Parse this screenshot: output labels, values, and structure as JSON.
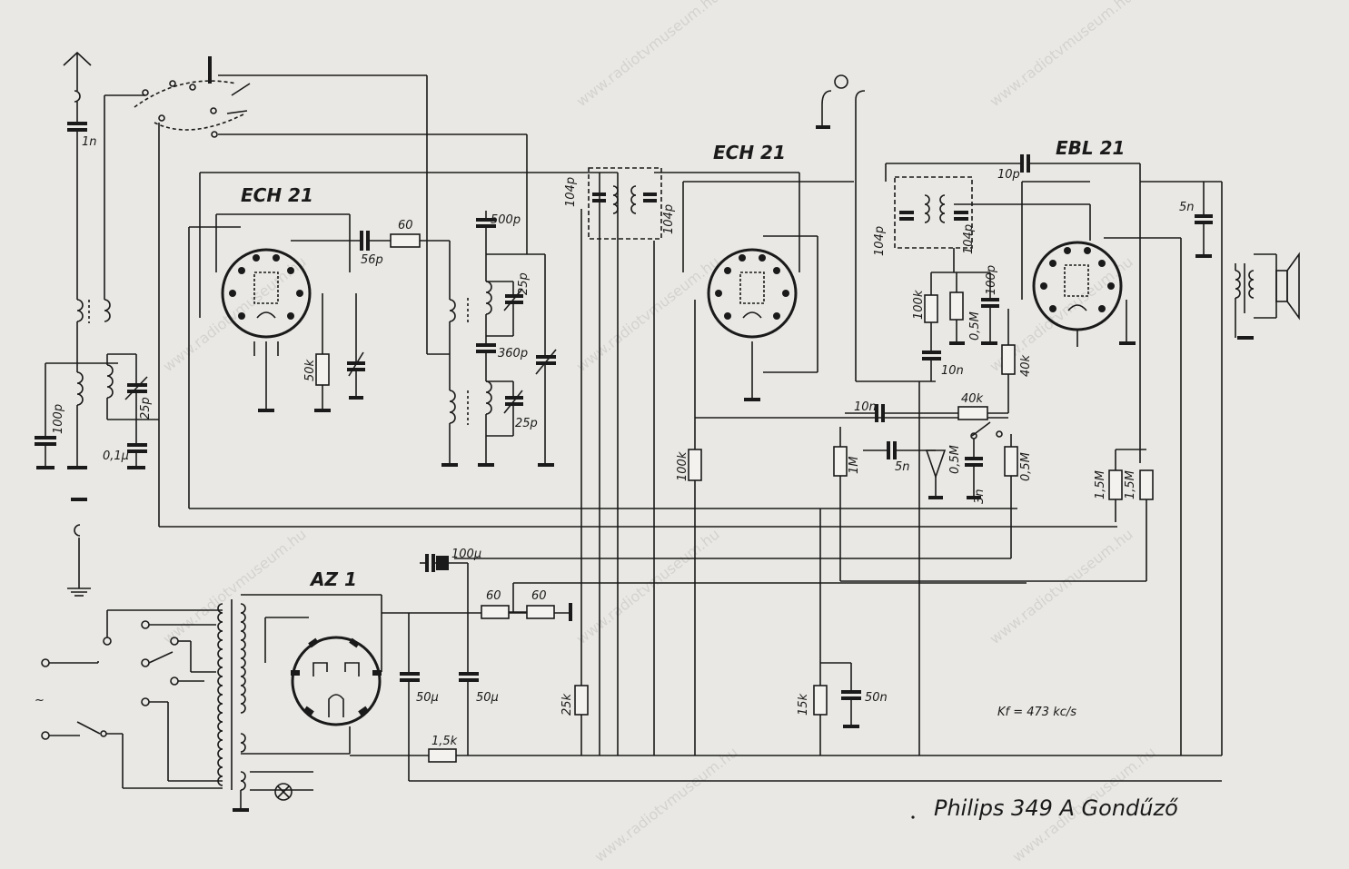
{
  "title": "Philips 349 A Gondűző",
  "if_note": "Kf = 473 kc/s",
  "watermark": "www.radiotvmuseum.hu",
  "colors": {
    "ink": "#1a1a1a",
    "paper": "#e9e8e4"
  },
  "tubes": {
    "ech21_mixer": "ECH 21",
    "ech21_if": "ECH 21",
    "ebl21": "EBL 21",
    "az1": "AZ 1"
  },
  "components": {
    "c_ant_1n": "1n",
    "c_100p": "100p",
    "c_25p_ant": "25p",
    "c_01u": "0,1μ",
    "r_60_osc": "60",
    "c_56p": "56p",
    "r_50k": "50k",
    "c_500p": "500p",
    "c_25p_osc1": "25p",
    "c_360p": "360p",
    "c_25p_osc2": "25p",
    "if1_c1": "104p",
    "if1_c2": "104p",
    "if2_c1": "104p",
    "if2_c2": "104p",
    "c_10p": "10p",
    "c_5n_out": "5n",
    "r_100k_det": "100k",
    "r_05m_det": "0,5M",
    "c_100p_det": "100p",
    "c_10n_det": "10n",
    "r_40k_g": "40k",
    "c_10n_a": "10n",
    "r_40k_b": "40k",
    "c_5n_vol": "5n",
    "pot_05m": "0,5M",
    "c_3n": "3n",
    "r_05m_b": "0,5M",
    "r_100k_if": "100k",
    "r_1m": "1M",
    "r_15m_a": "1,5M",
    "r_15m_b": "1,5M",
    "c_100u": "100μ",
    "r_60_ps1": "60",
    "r_60_ps2": "60",
    "c_50u_1": "50μ",
    "c_50u_2": "50μ",
    "r_25k": "25k",
    "r_15k": "15k",
    "c_50n": "50n",
    "r_15k_ps": "1,5k",
    "mains_symbol": "~"
  }
}
